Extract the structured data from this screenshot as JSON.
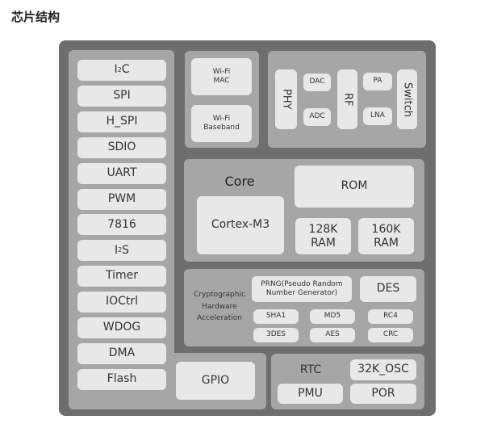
{
  "title": "芯片结构",
  "peripherals": [
    {
      "pre": "I",
      "sup": "2",
      "post": "C"
    },
    {
      "pre": "SPI"
    },
    {
      "pre": "H_SPI"
    },
    {
      "pre": "SDIO"
    },
    {
      "pre": "UART"
    },
    {
      "pre": "PWM"
    },
    {
      "pre": "7816"
    },
    {
      "pre": "I",
      "sup": "2",
      "post": "S"
    },
    {
      "pre": "Timer"
    },
    {
      "pre": "IOCtrl"
    },
    {
      "pre": "WDOG"
    },
    {
      "pre": "DMA"
    },
    {
      "pre": "Flash"
    }
  ],
  "gpio": "GPIO",
  "wifi": {
    "mac": "Wi-Fi\nMAC",
    "baseband": "Wi-Fi\nBaseband"
  },
  "rf": {
    "phy": "PHY",
    "dac": "DAC",
    "adc": "ADC",
    "rf": "RF",
    "pa": "PA",
    "lna": "LNA",
    "switch": "Switch"
  },
  "core": {
    "label": "Core",
    "cpu": "Cortex-M3",
    "rom": "ROM",
    "ram1": "128K\nRAM",
    "ram2": "160K\nRAM"
  },
  "crypto": {
    "label": "Cryptographic\nHardware\nAcceleration",
    "prng": "PRNG(Pseudo Random\nNumber Generator)",
    "des": "DES",
    "sha1": "SHA1",
    "md5": "MD5",
    "rc4": "RC4",
    "tdes": "3DES",
    "aes": "AES",
    "crc": "CRC"
  },
  "power": {
    "rtc": "RTC",
    "osc": "32K_OSC",
    "pmu": "PMU",
    "por": "POR"
  },
  "colors": {
    "chip": "#6e6e6e",
    "panel": "#a6a6a6",
    "block": "#e8e8e8"
  }
}
